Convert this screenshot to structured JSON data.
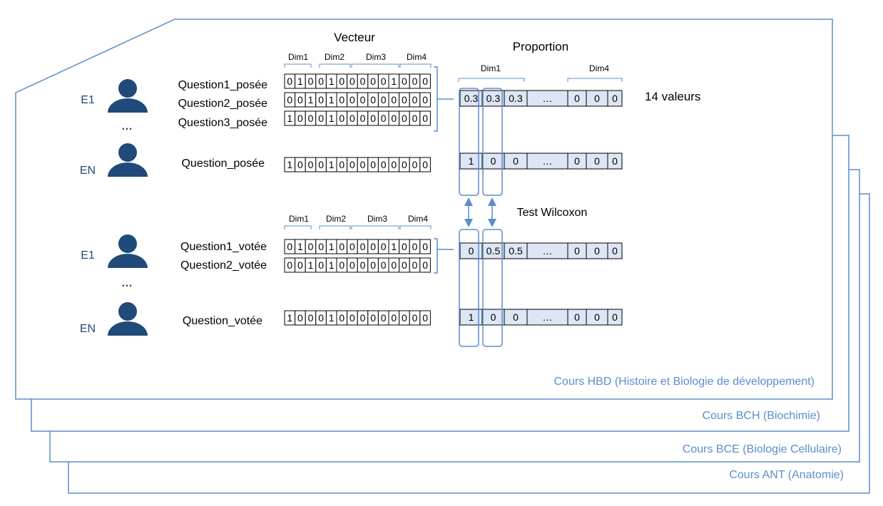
{
  "colors": {
    "blue": "#5b8ecb",
    "dark": "#1f4a7a",
    "cell_shade": "#dde6f5"
  },
  "courses": [
    "Cours HBD (Histoire et Biologie de développement)",
    "Cours BCH (Biochimie)",
    "Cours BCE (Biologie Cellulaire)",
    "Cours ANT (Anatomie)"
  ],
  "titles": {
    "vector": "Vecteur",
    "proportion": "Proportion",
    "test": "Test Wilcoxon",
    "count": "14 valeurs",
    "dim1": "Dim1",
    "dim2": "Dim2",
    "dim3": "Dim3",
    "dim4": "Dim4"
  },
  "students": {
    "first": "E1",
    "last": "EN",
    "more": "…"
  },
  "posed": {
    "questions": [
      "Question1_posée",
      "Question2_posée",
      "Question3_posée"
    ],
    "single": "Question_posée",
    "vectors": [
      [
        0,
        1,
        0,
        0,
        1,
        0,
        0,
        0,
        0,
        0,
        1,
        0,
        0,
        0
      ],
      [
        0,
        0,
        1,
        0,
        1,
        0,
        0,
        0,
        0,
        0,
        0,
        0,
        0,
        0
      ],
      [
        1,
        0,
        0,
        0,
        1,
        0,
        0,
        0,
        0,
        0,
        0,
        0,
        0,
        0
      ]
    ],
    "single_vector": [
      1,
      0,
      0,
      0,
      1,
      0,
      0,
      0,
      0,
      0,
      0,
      0,
      0,
      0
    ],
    "proportion_row": [
      "0.3",
      "0.3",
      "0.3",
      "…",
      "0",
      "0",
      "0"
    ],
    "en_row": [
      "1",
      "0",
      "0",
      "…",
      "0",
      "0",
      "0"
    ]
  },
  "voted": {
    "questions": [
      "Question1_votée",
      "Question2_votée"
    ],
    "single": "Question_votée",
    "vectors": [
      [
        0,
        1,
        0,
        0,
        1,
        0,
        0,
        0,
        0,
        0,
        1,
        0,
        0,
        0
      ],
      [
        0,
        0,
        1,
        0,
        1,
        0,
        0,
        0,
        0,
        0,
        0,
        0,
        0,
        0
      ]
    ],
    "single_vector": [
      1,
      0,
      0,
      0,
      1,
      0,
      0,
      0,
      0,
      0,
      0,
      0,
      0,
      0
    ],
    "proportion_row": [
      "0",
      "0.5",
      "0.5",
      "…",
      "0",
      "0",
      "0"
    ],
    "en_row": [
      "1",
      "0",
      "0",
      "…",
      "0",
      "0",
      "0"
    ]
  }
}
